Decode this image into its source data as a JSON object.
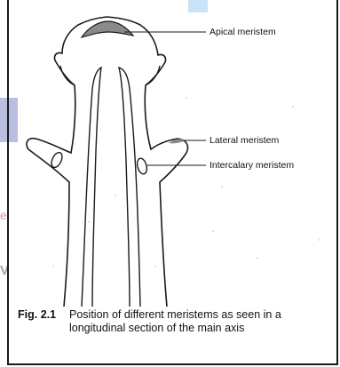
{
  "labels": {
    "apical": "Apical meristem",
    "lateral": "Lateral meristem",
    "intercalary": "Intercalary meristem"
  },
  "caption": {
    "figure_number": "Fig. 2.1",
    "text": "Position of different meristems as seen in a longitudinal section of the main axis"
  },
  "watermark": {
    "glyph_1": "e",
    "glyph_2": "V"
  },
  "colors": {
    "ink": "#1a1a1a",
    "meristem_fill": "#8a8a8a",
    "watermark_blue": "#b9bee3",
    "header_blue": "#c9e4f8"
  }
}
